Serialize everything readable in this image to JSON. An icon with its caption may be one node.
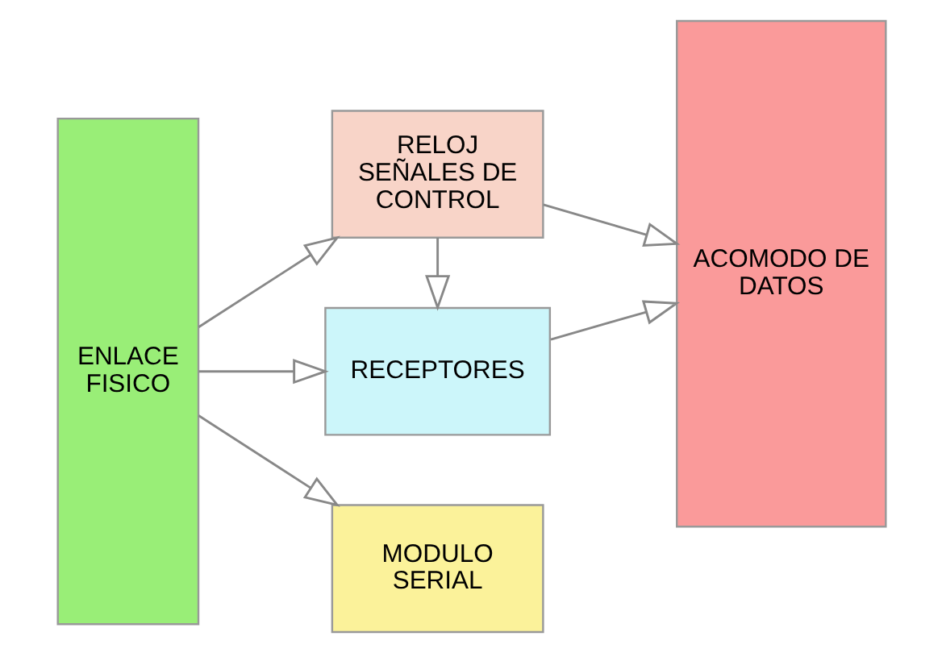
{
  "diagram": {
    "nodes": [
      {
        "text": [
          "ENLACE FISICO"
        ]
      },
      {
        "text": [
          "RELOJ SEÑALES DE CONTROL"
        ]
      },
      {
        "text": [
          "RECEPTORES"
        ]
      },
      {
        "text": [
          "MODULO SERIAL"
        ]
      },
      {
        "text": [
          "ACOMODO DE DATOS"
        ]
      }
    ],
    "edges": [
      {
        "from": 0,
        "to": 1,
        "arrow": "to"
      },
      {
        "from": 1,
        "to": 4,
        "arrow": "to"
      },
      {
        "from": 1,
        "to": 2,
        "arrow": "to"
      },
      {
        "from": 0,
        "to": 2,
        "arrow": "to"
      },
      {
        "from": 2,
        "to": 4,
        "arrow": "to"
      },
      {
        "from": 0,
        "to": 3,
        "arrow": "to"
      }
    ]
  }
}
